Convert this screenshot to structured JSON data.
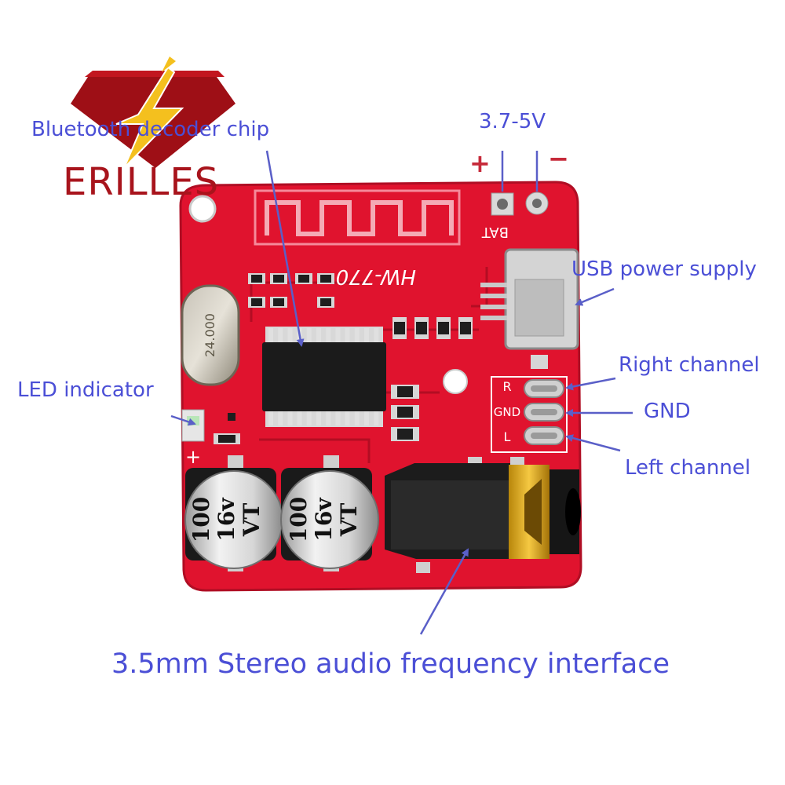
{
  "brand": {
    "name": "ERILLES"
  },
  "labels": {
    "decoder_chip": "Bluetooth decoder  chip",
    "voltage": "3.7-5V",
    "plus_sign": "+",
    "minus_sign": "−",
    "usb_power": "USB power supply",
    "right_channel": "Right channel",
    "gnd": "GND",
    "left_channel": "Left channel",
    "led_indicator": "LED indicator",
    "audio_interface": "3.5mm Stereo audio frequency interface"
  },
  "board": {
    "model": "HW-770",
    "bat_marking": "BAT",
    "pad_r": "R",
    "pad_gnd": "GND",
    "pad_l": "L",
    "crystal": "24.000",
    "capacitor_line1": "100",
    "capacitor_line2": "16v",
    "capacitor_line3": "VT",
    "plus_mark": "+"
  },
  "colors": {
    "pcb": "#e0132e",
    "callout_text": "#4b4fd6",
    "arrow": "#5a5fc8",
    "brand": "#a8141c",
    "gold": "#e0b020"
  }
}
